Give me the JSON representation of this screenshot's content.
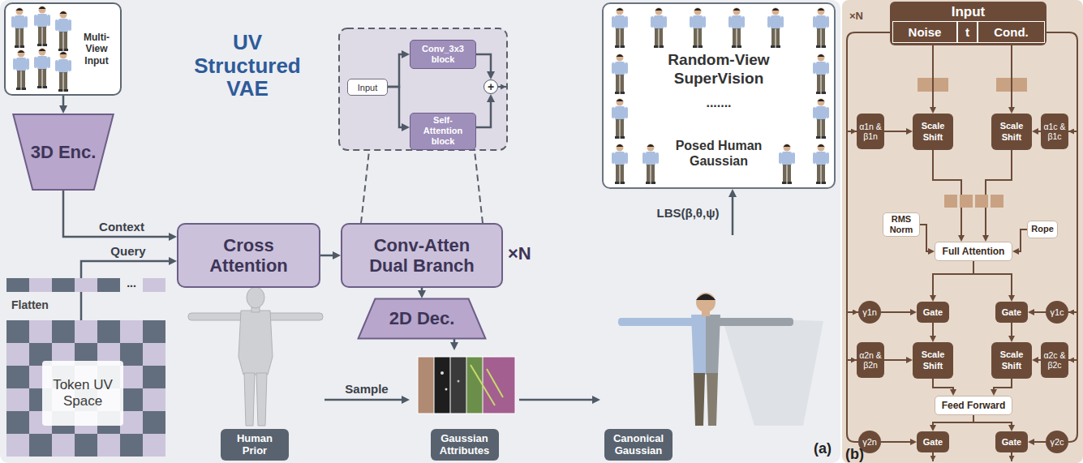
{
  "diagram": {
    "nodes": [
      {
        "text": [
          "Multi- View Input"
        ]
      },
      {
        "text": [
          "3D Enc."
        ]
      },
      {
        "text": [
          "Cross Attention"
        ]
      },
      {
        "text": [
          "Input"
        ]
      },
      {
        "text": [
          "Conv_3x3 block"
        ]
      },
      {
        "text": [
          "Self-Attention block"
        ]
      },
      {
        "text": [
          "+"
        ]
      },
      {
        "text": [
          "Conv-Atten Dual Branch"
        ]
      },
      {
        "text": [
          "2D Dec."
        ]
      },
      {
        "text": [
          "Random-View SuperVision",
          ".......",
          "Posed Human Gaussian"
        ]
      },
      {
        "text": [
          "Token UV Space"
        ]
      },
      {
        "text": [
          "Human Prior"
        ]
      },
      {
        "text": [
          "Gaussian Attributes"
        ]
      },
      {
        "text": [
          "Canonical Gaussian"
        ]
      },
      {
        "text": [
          "Input"
        ]
      },
      {
        "text": [
          "Noise"
        ],
        "in": 14
      },
      {
        "text": [
          "t"
        ],
        "in": 14
      },
      {
        "text": [
          "Cond."
        ],
        "in": 14
      },
      {
        "text": [
          "α1n & β1n"
        ]
      },
      {
        "text": [
          "Scale Shift"
        ]
      },
      {
        "text": [
          "Scale Shift"
        ]
      },
      {
        "text": [
          "α1c & β1c"
        ]
      },
      {
        "text": [
          "RMS Norm"
        ]
      },
      {
        "text": [
          "Full Attention"
        ]
      },
      {
        "text": [
          "Rope"
        ]
      },
      {
        "text": [
          "γ1n"
        ]
      },
      {
        "text": [
          "Gate"
        ]
      },
      {
        "text": [
          "Gate"
        ]
      },
      {
        "text": [
          "γ1c"
        ]
      },
      {
        "text": [
          "α2n & β2n"
        ]
      },
      {
        "text": [
          "Scale Shift"
        ]
      },
      {
        "text": [
          "Scale Shift"
        ]
      },
      {
        "text": [
          "α2c & β2c"
        ]
      },
      {
        "text": [
          "Feed Forward"
        ]
      },
      {
        "text": [
          "γ2n"
        ]
      },
      {
        "text": [
          "Gate"
        ]
      },
      {
        "text": [
          "Gate"
        ]
      },
      {
        "text": [
          "γ2c"
        ]
      }
    ],
    "edges": [
      {
        "from": 0,
        "to": 1,
        "arrow": "to"
      },
      {
        "from": 1,
        "to": 2,
        "label": "Context",
        "arrow": "to"
      },
      {
        "from": 10,
        "to": 2,
        "label": "Query",
        "arrow": "to"
      },
      {
        "from": 2,
        "to": 7,
        "arrow": "to"
      },
      {
        "from": 3,
        "to": 4,
        "arrow": "to"
      },
      {
        "from": 3,
        "to": 5,
        "arrow": "to"
      },
      {
        "from": 4,
        "to": 6,
        "arrow": "to"
      },
      {
        "from": 5,
        "to": 6,
        "arrow": "to"
      },
      {
        "from": 7,
        "to": 8,
        "arrow": "to"
      },
      {
        "from": 8,
        "to": 12,
        "arrow": "to"
      },
      {
        "from": 11,
        "to": 12,
        "label": "Sample",
        "arrow": "to"
      },
      {
        "from": 12,
        "to": 13,
        "arrow": "to"
      },
      {
        "from": 13,
        "to": 9,
        "label": "LBS(β,θ,ψ)",
        "arrow": "to"
      },
      {
        "from": 15,
        "to": 19,
        "arrow": "to"
      },
      {
        "from": 17,
        "to": 20,
        "arrow": "to"
      },
      {
        "from": 18,
        "to": 19,
        "arrow": "to"
      },
      {
        "from": 21,
        "to": 20,
        "arrow": "to"
      },
      {
        "from": 19,
        "to": 23,
        "arrow": "to"
      },
      {
        "from": 20,
        "to": 23,
        "arrow": "to"
      },
      {
        "from": 22,
        "to": 23,
        "arrow": "to"
      },
      {
        "from": 24,
        "to": 23,
        "arrow": "to"
      },
      {
        "from": 23,
        "to": 26,
        "arrow": "to"
      },
      {
        "from": 23,
        "to": 27,
        "arrow": "to"
      },
      {
        "from": 25,
        "to": 26,
        "arrow": "to"
      },
      {
        "from": 28,
        "to": 27,
        "arrow": "to"
      },
      {
        "from": 26,
        "to": 30,
        "arrow": "to"
      },
      {
        "from": 27,
        "to": 31,
        "arrow": "to"
      },
      {
        "from": 29,
        "to": 30,
        "arrow": "to"
      },
      {
        "from": 32,
        "to": 31,
        "arrow": "to"
      },
      {
        "from": 30,
        "to": 33,
        "arrow": "to"
      },
      {
        "from": 31,
        "to": 33,
        "arrow": "to"
      },
      {
        "from": 33,
        "to": 35,
        "arrow": "to"
      },
      {
        "from": 33,
        "to": 36,
        "arrow": "to"
      },
      {
        "from": 34,
        "to": 35,
        "arrow": "to"
      },
      {
        "from": 37,
        "to": 36,
        "arrow": "to"
      }
    ],
    "labels": [
      "UV Structured VAE",
      "Flatten",
      "...",
      "×N",
      "(a)",
      "×N",
      "(b)"
    ]
  }
}
